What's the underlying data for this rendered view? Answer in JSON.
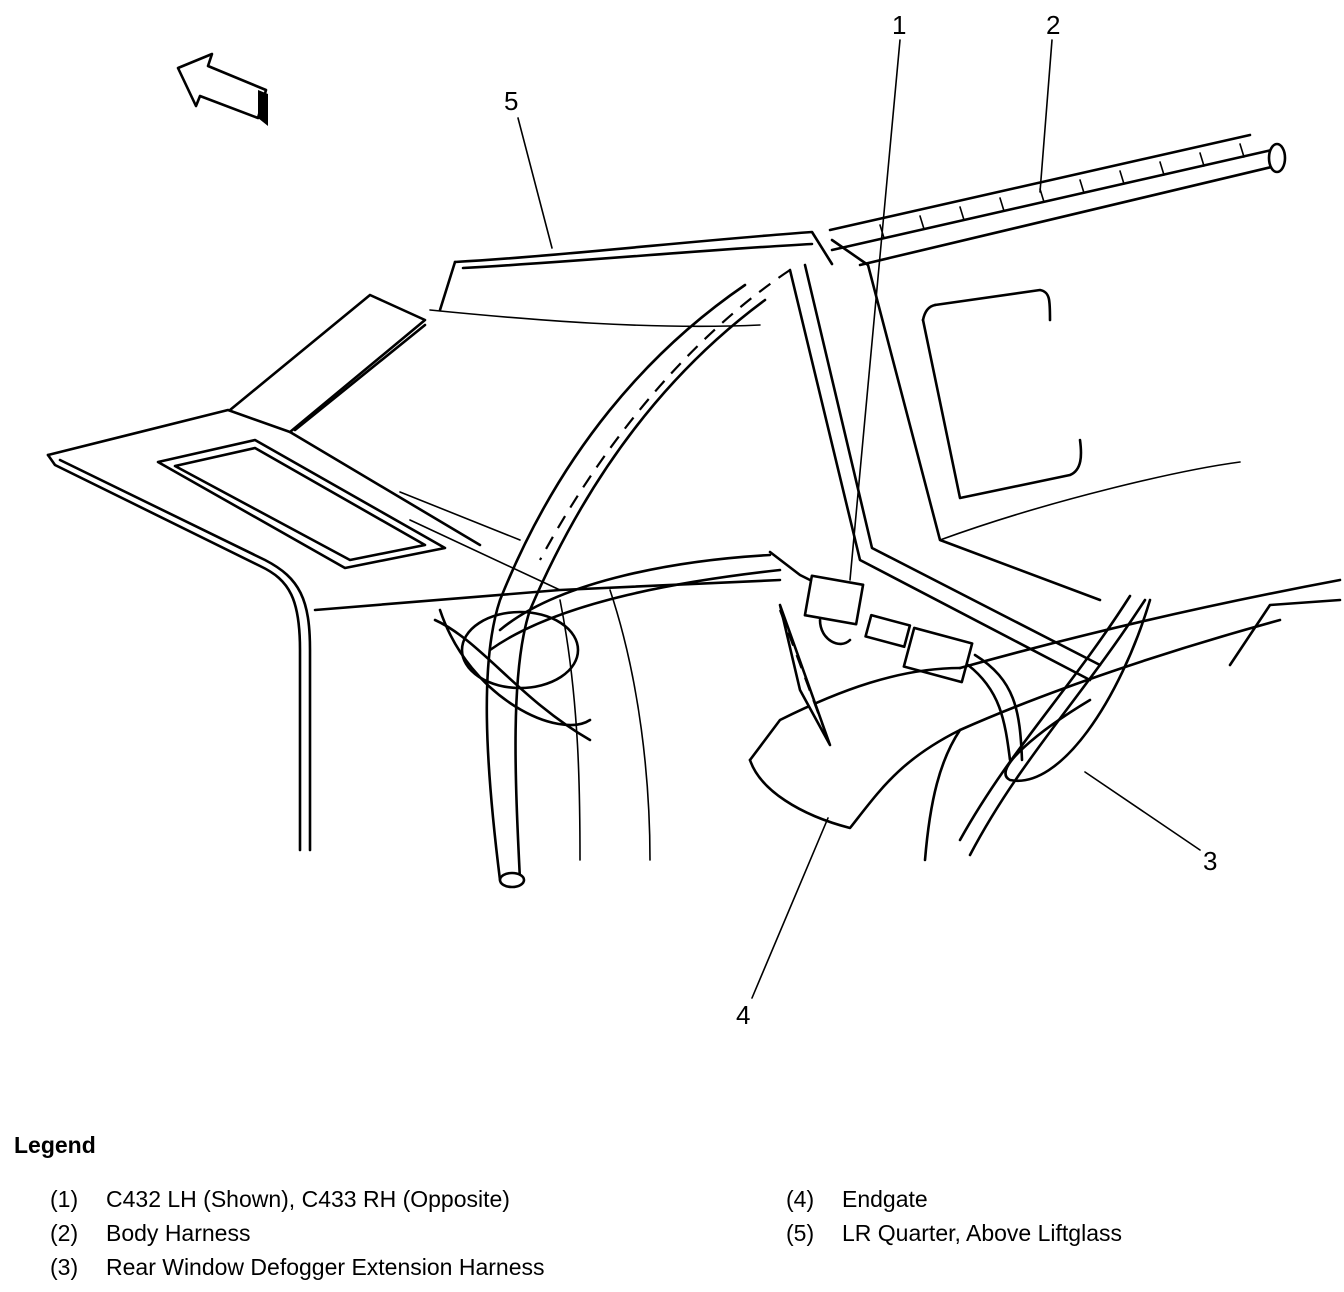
{
  "callouts": [
    "1",
    "2",
    "3",
    "4",
    "5"
  ],
  "legend": {
    "title": "Legend",
    "items": [
      {
        "code": "(1)",
        "text": "C432 LH (Shown), C433 RH (Opposite)"
      },
      {
        "code": "(2)",
        "text": "Body Harness"
      },
      {
        "code": "(3)",
        "text": "Rear Window Defogger Extension Harness"
      },
      {
        "code": "(4)",
        "text": "Endgate"
      },
      {
        "code": "(5)",
        "text": "LR Quarter, Above Liftglass"
      }
    ]
  },
  "icons": [
    "front-direction-arrow-icon"
  ]
}
